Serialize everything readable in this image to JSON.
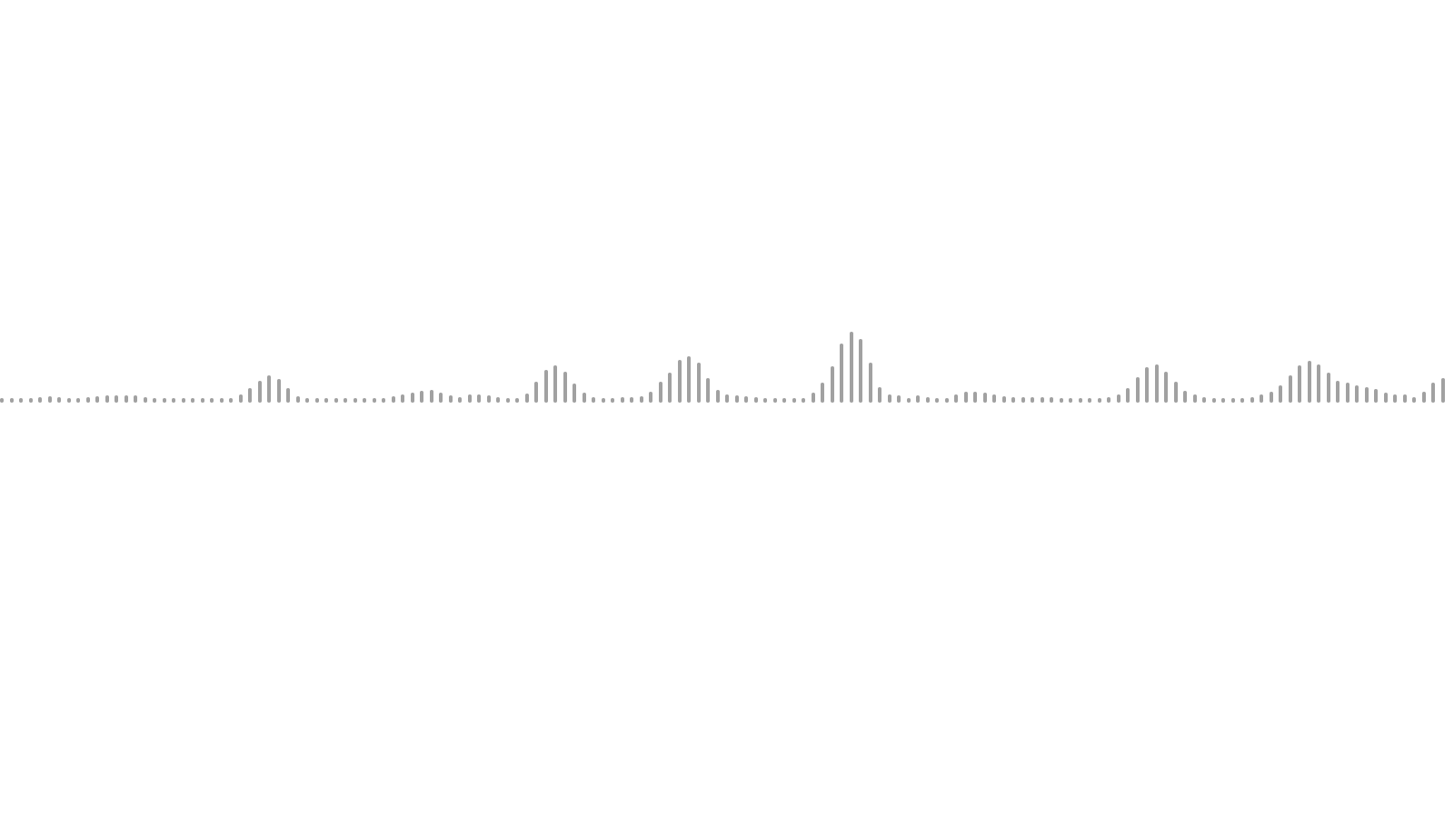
{
  "waveform": {
    "bar_color": "#a1a1a1",
    "background": "#ffffff",
    "levels": [
      0.07,
      0.07,
      0.07,
      0.07,
      0.08,
      0.09,
      0.08,
      0.07,
      0.06,
      0.08,
      0.09,
      0.1,
      0.1,
      0.1,
      0.1,
      0.08,
      0.07,
      0.06,
      0.06,
      0.06,
      0.06,
      0.06,
      0.06,
      0.06,
      0.07,
      0.11,
      0.2,
      0.31,
      0.38,
      0.33,
      0.2,
      0.09,
      0.07,
      0.06,
      0.06,
      0.06,
      0.06,
      0.06,
      0.06,
      0.06,
      0.07,
      0.09,
      0.12,
      0.14,
      0.17,
      0.18,
      0.14,
      0.1,
      0.08,
      0.11,
      0.12,
      0.1,
      0.08,
      0.06,
      0.07,
      0.13,
      0.29,
      0.46,
      0.52,
      0.43,
      0.27,
      0.14,
      0.08,
      0.07,
      0.07,
      0.08,
      0.08,
      0.09,
      0.15,
      0.29,
      0.42,
      0.6,
      0.66,
      0.56,
      0.35,
      0.18,
      0.12,
      0.1,
      0.09,
      0.08,
      0.07,
      0.06,
      0.06,
      0.06,
      0.07,
      0.14,
      0.28,
      0.51,
      0.83,
      1.0,
      0.9,
      0.56,
      0.22,
      0.12,
      0.1,
      0.07,
      0.1,
      0.08,
      0.07,
      0.07,
      0.11,
      0.15,
      0.16,
      0.14,
      0.12,
      0.09,
      0.08,
      0.08,
      0.08,
      0.08,
      0.08,
      0.07,
      0.07,
      0.07,
      0.07,
      0.07,
      0.08,
      0.11,
      0.21,
      0.36,
      0.5,
      0.54,
      0.44,
      0.29,
      0.17,
      0.11,
      0.08,
      0.07,
      0.07,
      0.07,
      0.07,
      0.08,
      0.11,
      0.16,
      0.25,
      0.39,
      0.52,
      0.59,
      0.54,
      0.42,
      0.31,
      0.28,
      0.25,
      0.22,
      0.19,
      0.14,
      0.12,
      0.11,
      0.08,
      0.15,
      0.28,
      0.35
    ]
  }
}
